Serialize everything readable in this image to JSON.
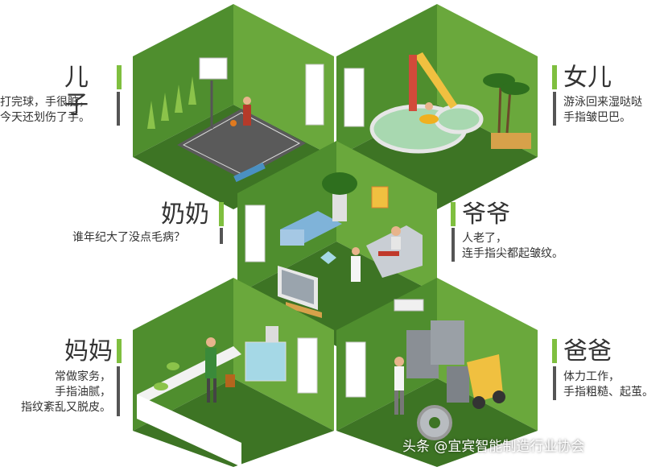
{
  "rooms": {
    "son": {
      "title": "儿子",
      "lines": [
        "打完球，手很脏，",
        "今天还划伤了手。"
      ]
    },
    "daughter": {
      "title": "女儿",
      "lines": [
        "游泳回来湿哒哒",
        "手指皱巴巴。"
      ]
    },
    "grandma": {
      "title": "奶奶",
      "lines": [
        "谁年纪大了没点毛病？"
      ]
    },
    "grandpa": {
      "title": "爷爷",
      "lines": [
        "人老了，",
        "连手指尖都起皱纹。"
      ]
    },
    "mom": {
      "title": "妈妈",
      "lines": [
        "常做家务，",
        "手指油腻，",
        "指纹紊乱又脱皮。"
      ]
    },
    "dad": {
      "title": "爸爸",
      "lines": [
        "体力工作，",
        "手指粗糙、起茧。"
      ]
    }
  },
  "watermark": "头条 @宜宾智能制造行业协会",
  "colors": {
    "floor": "#5e9a35",
    "wall_dark": "#3f7a26",
    "wall_light": "#7cb84a",
    "accent": "#7fbf3f"
  }
}
